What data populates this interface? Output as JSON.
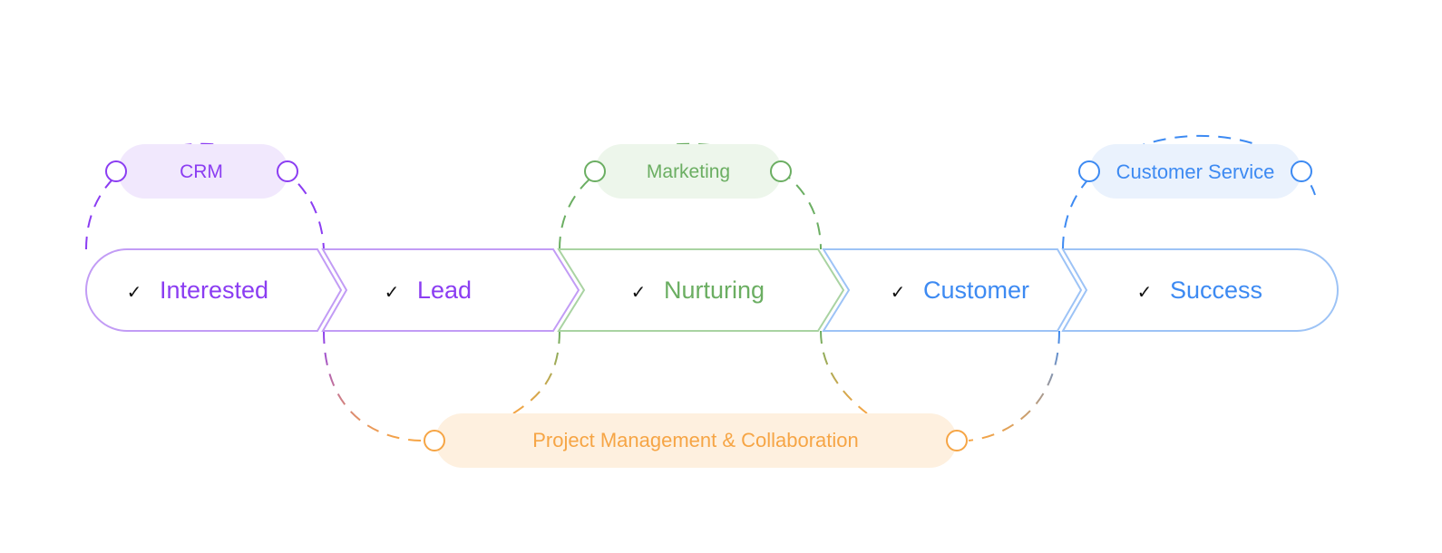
{
  "stages": [
    {
      "label": "Interested",
      "check": "✓",
      "color": "#8B3DF2",
      "stroke": "#C29CF5"
    },
    {
      "label": "Lead",
      "check": "✓",
      "color": "#8B3DF2",
      "stroke": "#C29CF5"
    },
    {
      "label": "Nurturing",
      "check": "✓",
      "color": "#6BAE62",
      "stroke": "#A9D3A2"
    },
    {
      "label": "Customer",
      "check": "✓",
      "color": "#3D8AF2",
      "stroke": "#9DC3F6"
    },
    {
      "label": "Success",
      "check": "✓",
      "color": "#3D8AF2",
      "stroke": "#9DC3F6"
    }
  ],
  "tools": {
    "crm": {
      "label": "CRM",
      "color": "#8B3DF2",
      "fill": "#F1E8FD"
    },
    "marketing": {
      "label": "Marketing",
      "color": "#6BAE62",
      "fill": "#EDF6EB"
    },
    "customer_service": {
      "label": "Customer Service",
      "color": "#3D8AF2",
      "fill": "#EAF2FD"
    },
    "project_management": {
      "label": "Project Management & Collaboration",
      "color": "#F6A545",
      "fill": "#FEF0DF"
    }
  },
  "icons": {
    "check": "check-icon",
    "connector": "circle-node-icon"
  }
}
